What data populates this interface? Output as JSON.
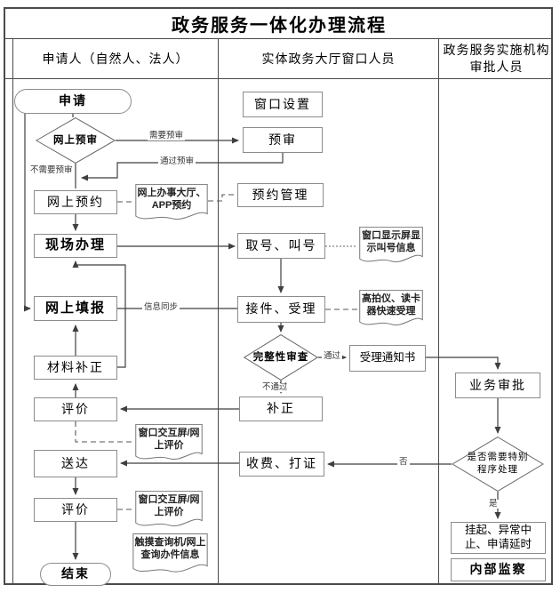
{
  "title": "政务服务一体化办理流程",
  "lanes": {
    "applicant": "申请人（自然人、法人）",
    "window_staff": "实体政务大厅窗口人员",
    "approver": "政务服务实施机构审批人员"
  },
  "nodes": {
    "apply": "申请",
    "online_precheck": "网上预审",
    "online_booking": "网上预约",
    "onsite_handle": "现场办理",
    "online_fill": "网上填报",
    "material_fix": "材料补正",
    "evaluate1": "评价",
    "deliver": "送达",
    "evaluate2": "评价",
    "end": "结束",
    "window_setup": "窗口设置",
    "precheck": "预审",
    "booking_mgmt": "预约管理",
    "ticket_call": "取号、叫号",
    "accept": "接件、受理",
    "completeness_check": "完整性审查",
    "accept_notice": "受理通知书",
    "fix": "补正",
    "fee_print": "收费、打证",
    "business_approval": "业务审批",
    "special_check": "是否需要特别程序处理",
    "suspend": "挂起、异常中止、申请延时",
    "internal_watch": "内部监察"
  },
  "documents": {
    "booking_channel": "网上办事大厅、APP预约",
    "call_screen": "窗口显示屏显示叫号信息",
    "scanner": "高拍仪、读卡器快速受理",
    "eval_screen1": "窗口交互屏/网上评价",
    "eval_screen2": "窗口交互屏/网上评价",
    "query_kiosk": "触摸查询机/网上查询办件信息"
  },
  "edge_labels": {
    "need_precheck": "需要预审",
    "pass_precheck": "通过预审",
    "no_precheck": "不需要预审",
    "info_sync": "信息同步",
    "pass": "通过",
    "fail": "不通过",
    "no": "否",
    "yes": "是"
  },
  "colors": {
    "flow_line": "#3f3f3f",
    "box_border": "#8c8c8c",
    "frame_border": "#4a4a4a",
    "text": "#000000",
    "background": "#ffffff"
  }
}
